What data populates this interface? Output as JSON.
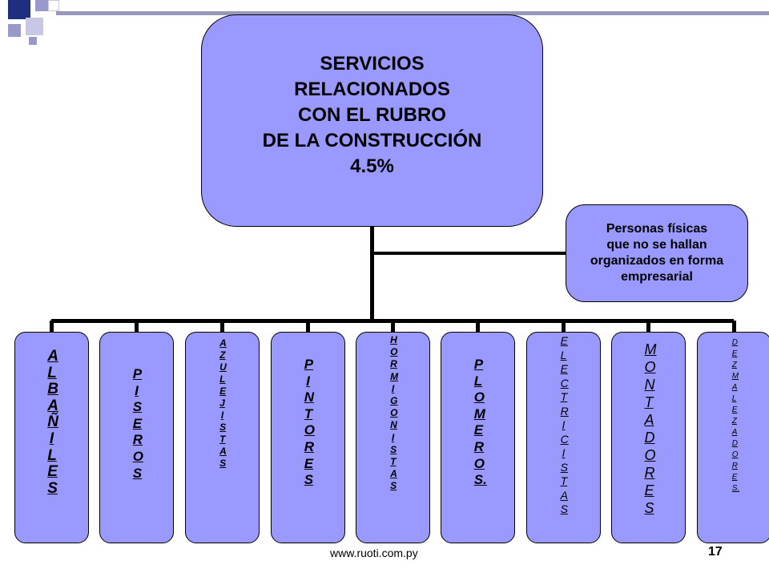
{
  "root": {
    "lines": [
      "SERVICIOS",
      "RELACIONADOS",
      "CON EL RUBRO",
      "DE LA CONSTRUCCIÓN",
      "4.5%"
    ]
  },
  "side_note": {
    "lines": [
      "Personas físicas",
      "que no se hallan",
      "organizados en forma",
      "empresarial"
    ]
  },
  "children": [
    {
      "label": "ALBAÑILES"
    },
    {
      "label": "PISEROS"
    },
    {
      "label": "AZULEJISTAS"
    },
    {
      "label": "PINTORES"
    },
    {
      "label": "HORMIGONISTAS"
    },
    {
      "label": "PLOMEROS."
    },
    {
      "label": "ELECTRICISTAS"
    },
    {
      "label": "MONTADORES"
    },
    {
      "label": "DEZMALEZADORES."
    }
  ],
  "footer": {
    "url": "www.ruoti.com.py",
    "page": "17"
  },
  "colors": {
    "box_fill": "#9999ff",
    "decor_dark": "#1f2f7f",
    "decor_light": "#9999cc"
  }
}
